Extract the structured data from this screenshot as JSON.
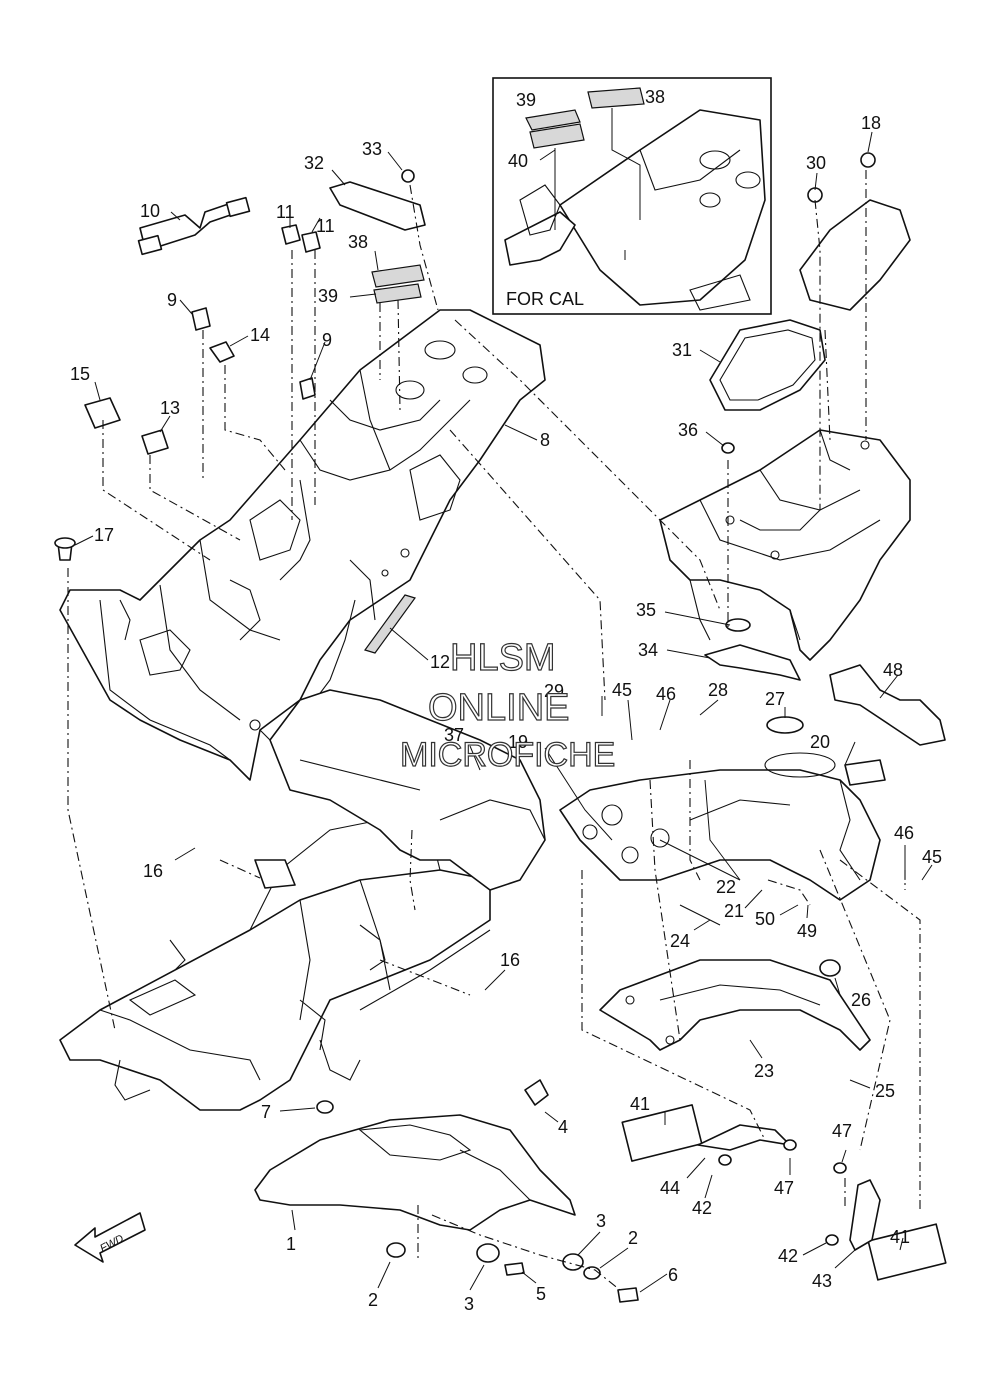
{
  "diagram": {
    "inset_title": "FOR CAL",
    "fwd_label": "FWD",
    "watermark": [
      "HLSM",
      "ONLINE",
      "MICROFICHE"
    ],
    "callouts": {
      "c1": "1",
      "c2a": "2",
      "c2b": "2",
      "c3a": "3",
      "c3b": "3",
      "c4": "4",
      "c5": "5",
      "c6": "6",
      "c7": "7",
      "c8": "8",
      "c9a": "9",
      "c9b": "9",
      "c10": "10",
      "c11a": "11",
      "c11b": "11",
      "c12": "12",
      "c13": "13",
      "c14": "14",
      "c15": "15",
      "c16a": "16",
      "c16b": "16",
      "c17": "17",
      "c18": "18",
      "c19": "19",
      "c20": "20",
      "c21": "21",
      "c22": "22",
      "c23": "23",
      "c24": "24",
      "c25": "25",
      "c26": "26",
      "c27": "27",
      "c28": "28",
      "c29": "29",
      "c30": "30",
      "c31": "31",
      "c32": "32",
      "c33": "33",
      "c34": "34",
      "c35": "35",
      "c36": "36",
      "c37": "37",
      "c38a": "38",
      "c38b": "38",
      "c39a": "39",
      "c39b": "39",
      "c40": "40",
      "c41a": "41",
      "c41b": "41",
      "c42a": "42",
      "c42b": "42",
      "c43": "43",
      "c44": "44",
      "c45a": "45",
      "c45b": "45",
      "c46a": "46",
      "c46b": "46",
      "c47a": "47",
      "c47b": "47",
      "c48": "48",
      "c49": "49",
      "c50": "50"
    }
  }
}
